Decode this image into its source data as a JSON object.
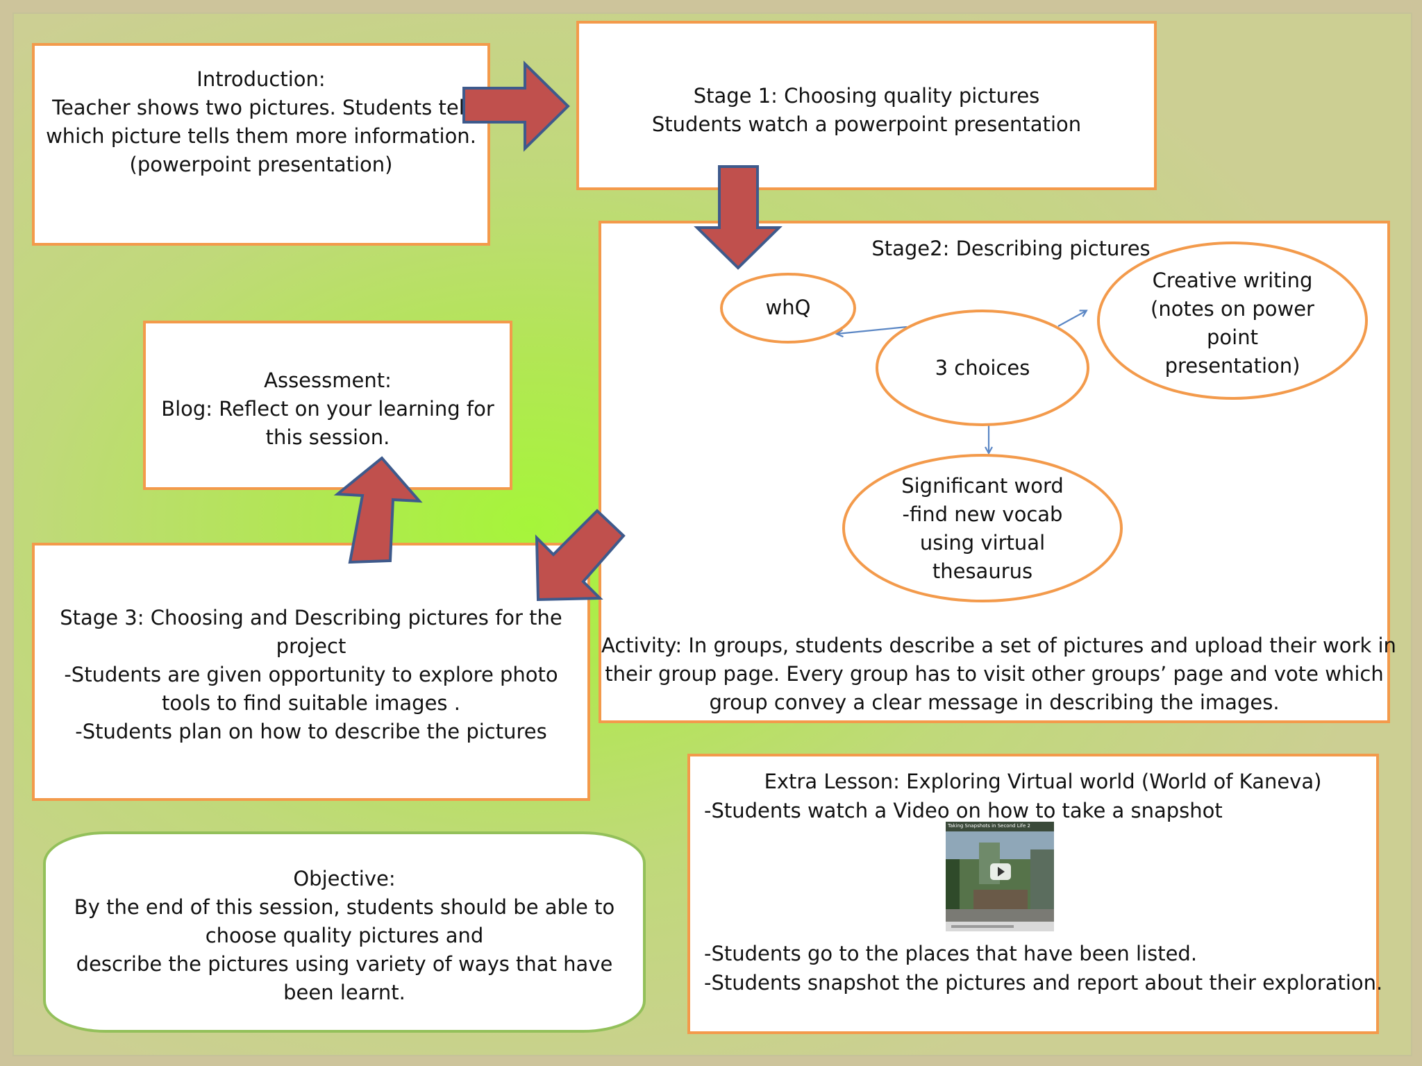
{
  "intro": {
    "lines": [
      "Introduction:",
      "Teacher shows two pictures. Students tell",
      "which picture tells them more information.",
      "(powerpoint presentation)"
    ]
  },
  "stage1": {
    "lines": [
      "Stage 1: Choosing quality pictures",
      "Students watch a powerpoint presentation"
    ]
  },
  "stage2": {
    "title": "Stage2: Describing pictures",
    "whq": "whQ",
    "choices": "3 choices",
    "creative": [
      "Creative writing",
      "(notes on power",
      "point",
      "presentation)"
    ],
    "significant": [
      "Significant word",
      "-find new vocab",
      "using virtual",
      "thesaurus"
    ],
    "activity": [
      "Activity: In groups, students describe a set of pictures and upload their work in",
      "their group page. Every group has to visit other groups’ page and vote which",
      "group convey a clear message in describing the images."
    ]
  },
  "assessment": {
    "lines": [
      "Assessment:",
      "Blog: Reflect on your learning for",
      "this session."
    ]
  },
  "stage3": {
    "lines": [
      "Stage 3: Choosing and Describing pictures for the",
      "project",
      "-Students are given opportunity to explore photo",
      "tools to find suitable images .",
      "-Students plan on how to describe the pictures"
    ]
  },
  "extra": {
    "title": "Extra Lesson: Exploring Virtual world (World of Kaneva)",
    "line1": "-Students watch a Video on how to take a snapshot",
    "video_caption": "Taking Snapshots in Second Life 2",
    "line2": "-Students go to the places that have been listed.",
    "line3": "-Students snapshot the pictures and report about their exploration."
  },
  "objective": {
    "lines": [
      "Objective:",
      "By the end of this session, students should be able to",
      "choose quality pictures and",
      "describe the pictures using variety of ways that have",
      "been learnt."
    ]
  },
  "colors": {
    "box_border": "#f39a4b",
    "arrow_fill": "#c0504d",
    "arrow_stroke": "#3e5a8c",
    "objective_border": "#93c05a",
    "connector": "#5a86c4"
  }
}
